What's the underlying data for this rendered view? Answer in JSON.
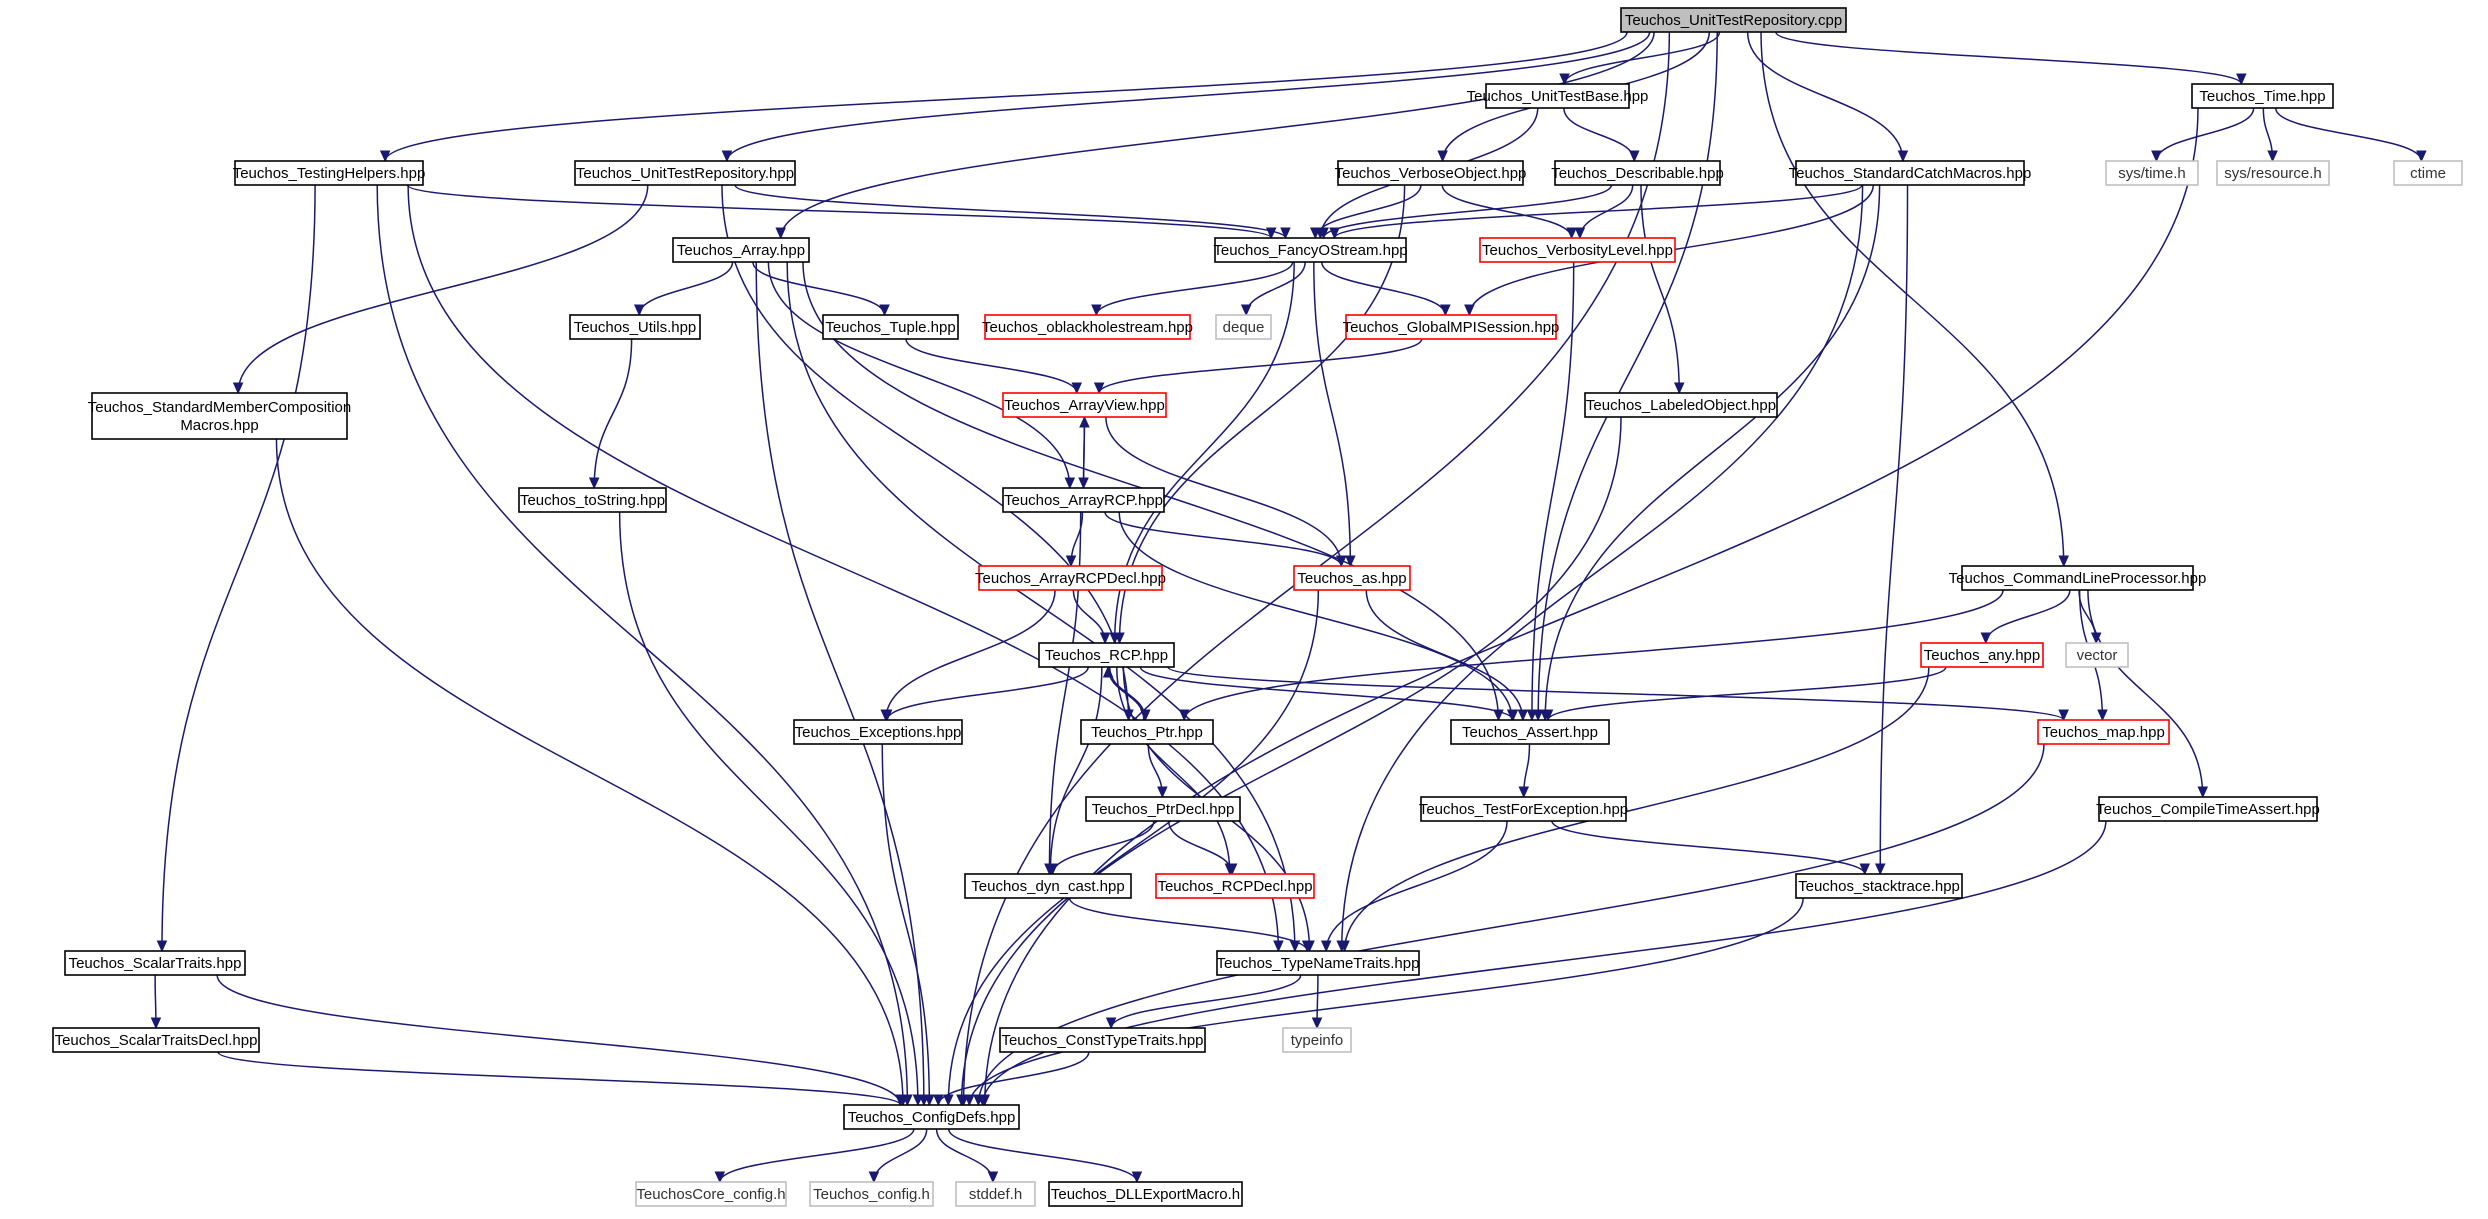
{
  "nodes": {
    "root": {
      "lines": [
        "Teuchos_UnitTestRepository.cpp"
      ],
      "style": "root"
    },
    "unitTestBase": {
      "lines": [
        "Teuchos_UnitTestBase.hpp"
      ]
    },
    "time": {
      "lines": [
        "Teuchos_Time.hpp"
      ]
    },
    "testingHelpers": {
      "lines": [
        "Teuchos_TestingHelpers.hpp"
      ]
    },
    "unitTestRepoHpp": {
      "lines": [
        "Teuchos_UnitTestRepository.hpp"
      ]
    },
    "verboseObject": {
      "lines": [
        "Teuchos_VerboseObject.hpp"
      ]
    },
    "describable": {
      "lines": [
        "Teuchos_Describable.hpp"
      ]
    },
    "standardCatchMacros": {
      "lines": [
        "Teuchos_StandardCatchMacros.hpp"
      ]
    },
    "sysTime": {
      "lines": [
        "sys/time.h"
      ],
      "style": "sys"
    },
    "sysResource": {
      "lines": [
        "sys/resource.h"
      ],
      "style": "sys"
    },
    "ctime": {
      "lines": [
        "ctime"
      ],
      "style": "sys"
    },
    "array": {
      "lines": [
        "Teuchos_Array.hpp"
      ]
    },
    "fancyOStream": {
      "lines": [
        "Teuchos_FancyOStream.hpp"
      ]
    },
    "verbosityLevel": {
      "lines": [
        "Teuchos_VerbosityLevel.hpp"
      ],
      "style": "red"
    },
    "utils": {
      "lines": [
        "Teuchos_Utils.hpp"
      ]
    },
    "tuple": {
      "lines": [
        "Teuchos_Tuple.hpp"
      ]
    },
    "oblackholestream": {
      "lines": [
        "Teuchos_oblackholestream.hpp"
      ],
      "style": "red"
    },
    "deque": {
      "lines": [
        "deque"
      ],
      "style": "sys"
    },
    "globalMPISession": {
      "lines": [
        "Teuchos_GlobalMPISession.hpp"
      ],
      "style": "red"
    },
    "standardMemberComposition": {
      "lines": [
        "Teuchos_StandardMemberComposition",
        "Macros.hpp"
      ]
    },
    "arrayView": {
      "lines": [
        "Teuchos_ArrayView.hpp"
      ],
      "style": "red"
    },
    "labeledObject": {
      "lines": [
        "Teuchos_LabeledObject.hpp"
      ]
    },
    "toString": {
      "lines": [
        "Teuchos_toString.hpp"
      ]
    },
    "arrayRCP": {
      "lines": [
        "Teuchos_ArrayRCP.hpp"
      ]
    },
    "arrayRCPDecl": {
      "lines": [
        "Teuchos_ArrayRCPDecl.hpp"
      ],
      "style": "red"
    },
    "as": {
      "lines": [
        "Teuchos_as.hpp"
      ],
      "style": "red"
    },
    "commandLineProcessor": {
      "lines": [
        "Teuchos_CommandLineProcessor.hpp"
      ]
    },
    "rcp": {
      "lines": [
        "Teuchos_RCP.hpp"
      ]
    },
    "any": {
      "lines": [
        "Teuchos_any.hpp"
      ],
      "style": "red"
    },
    "vector": {
      "lines": [
        "vector"
      ],
      "style": "sys"
    },
    "exceptions": {
      "lines": [
        "Teuchos_Exceptions.hpp"
      ]
    },
    "ptr": {
      "lines": [
        "Teuchos_Ptr.hpp"
      ]
    },
    "assert": {
      "lines": [
        "Teuchos_Assert.hpp"
      ]
    },
    "map": {
      "lines": [
        "Teuchos_map.hpp"
      ],
      "style": "red"
    },
    "ptrDecl": {
      "lines": [
        "Teuchos_PtrDecl.hpp"
      ]
    },
    "testForException": {
      "lines": [
        "Teuchos_TestForException.hpp"
      ]
    },
    "compileTimeAssert": {
      "lines": [
        "Teuchos_CompileTimeAssert.hpp"
      ]
    },
    "dynCast": {
      "lines": [
        "Teuchos_dyn_cast.hpp"
      ]
    },
    "rcpDecl": {
      "lines": [
        "Teuchos_RCPDecl.hpp"
      ],
      "style": "red"
    },
    "stacktrace": {
      "lines": [
        "Teuchos_stacktrace.hpp"
      ]
    },
    "scalarTraits": {
      "lines": [
        "Teuchos_ScalarTraits.hpp"
      ]
    },
    "typeNameTraits": {
      "lines": [
        "Teuchos_TypeNameTraits.hpp"
      ]
    },
    "scalarTraitsDecl": {
      "lines": [
        "Teuchos_ScalarTraitsDecl.hpp"
      ]
    },
    "constTypeTraits": {
      "lines": [
        "Teuchos_ConstTypeTraits.hpp"
      ]
    },
    "typeinfo": {
      "lines": [
        "typeinfo"
      ],
      "style": "sys"
    },
    "configDefs": {
      "lines": [
        "Teuchos_ConfigDefs.hpp"
      ]
    },
    "teuchosCoreConfig": {
      "lines": [
        "TeuchosCore_config.h"
      ],
      "style": "sys"
    },
    "teuchosConfig": {
      "lines": [
        "Teuchos_config.h"
      ],
      "style": "sys"
    },
    "stddef": {
      "lines": [
        "stddef.h"
      ],
      "style": "sys"
    },
    "dllExportMacro": {
      "lines": [
        "Teuchos_DLLExportMacro.h"
      ]
    }
  },
  "edges": [
    [
      "root",
      "unitTestBase"
    ],
    [
      "root",
      "time"
    ],
    [
      "root",
      "testingHelpers"
    ],
    [
      "root",
      "unitTestRepoHpp"
    ],
    [
      "root",
      "verboseObject"
    ],
    [
      "root",
      "standardCatchMacros"
    ],
    [
      "root",
      "array"
    ],
    [
      "root",
      "assert"
    ],
    [
      "root",
      "commandLineProcessor"
    ],
    [
      "root",
      "configDefs"
    ],
    [
      "unitTestBase",
      "describable"
    ],
    [
      "unitTestBase",
      "fancyOStream"
    ],
    [
      "time",
      "sysTime"
    ],
    [
      "time",
      "sysResource"
    ],
    [
      "time",
      "ctime"
    ],
    [
      "time",
      "configDefs"
    ],
    [
      "testingHelpers",
      "fancyOStream"
    ],
    [
      "testingHelpers",
      "scalarTraits"
    ],
    [
      "testingHelpers",
      "typeNameTraits"
    ],
    [
      "testingHelpers",
      "configDefs"
    ],
    [
      "unitTestRepoHpp",
      "fancyOStream"
    ],
    [
      "unitTestRepoHpp",
      "standardMemberComposition"
    ],
    [
      "unitTestRepoHpp",
      "ptr"
    ],
    [
      "verboseObject",
      "fancyOStream"
    ],
    [
      "verboseObject",
      "verbosityLevel"
    ],
    [
      "verboseObject",
      "rcp"
    ],
    [
      "describable",
      "fancyOStream"
    ],
    [
      "describable",
      "verbosityLevel"
    ],
    [
      "describable",
      "labeledObject"
    ],
    [
      "standardCatchMacros",
      "fancyOStream"
    ],
    [
      "standardCatchMacros",
      "globalMPISession"
    ],
    [
      "standardCatchMacros",
      "assert"
    ],
    [
      "standardCatchMacros",
      "typeNameTraits"
    ],
    [
      "standardCatchMacros",
      "stacktrace"
    ],
    [
      "array",
      "utils"
    ],
    [
      "array",
      "tuple"
    ],
    [
      "array",
      "arrayRCP"
    ],
    [
      "array",
      "assert"
    ],
    [
      "array",
      "typeNameTraits"
    ],
    [
      "array",
      "configDefs"
    ],
    [
      "fancyOStream",
      "oblackholestream"
    ],
    [
      "fancyOStream",
      "deque"
    ],
    [
      "fancyOStream",
      "globalMPISession"
    ],
    [
      "fancyOStream",
      "as"
    ],
    [
      "fancyOStream",
      "rcp"
    ],
    [
      "verbosityLevel",
      "assert"
    ],
    [
      "utils",
      "toString"
    ],
    [
      "tuple",
      "arrayView"
    ],
    [
      "globalMPISession",
      "arrayView"
    ],
    [
      "standardMemberComposition",
      "configDefs"
    ],
    [
      "arrayView",
      "arrayRCP"
    ],
    [
      "arrayView",
      "as"
    ],
    [
      "labeledObject",
      "configDefs"
    ],
    [
      "toString",
      "configDefs"
    ],
    [
      "arrayRCP",
      "arrayView"
    ],
    [
      "arrayRCP",
      "arrayRCPDecl"
    ],
    [
      "arrayRCP",
      "as"
    ],
    [
      "arrayRCP",
      "assert"
    ],
    [
      "arrayRCP",
      "dynCast"
    ],
    [
      "arrayRCPDecl",
      "rcp"
    ],
    [
      "arrayRCPDecl",
      "exceptions"
    ],
    [
      "as",
      "assert"
    ],
    [
      "as",
      "configDefs"
    ],
    [
      "commandLineProcessor",
      "any"
    ],
    [
      "commandLineProcessor",
      "vector"
    ],
    [
      "commandLineProcessor",
      "map"
    ],
    [
      "commandLineProcessor",
      "compileTimeAssert"
    ],
    [
      "commandLineProcessor",
      "ptr"
    ],
    [
      "rcp",
      "exceptions"
    ],
    [
      "rcp",
      "ptr"
    ],
    [
      "rcp",
      "assert"
    ],
    [
      "rcp",
      "dynCast"
    ],
    [
      "rcp",
      "rcpDecl"
    ],
    [
      "rcp",
      "typeNameTraits"
    ],
    [
      "rcp",
      "map"
    ],
    [
      "any",
      "assert"
    ],
    [
      "any",
      "typeNameTraits"
    ],
    [
      "exceptions",
      "configDefs"
    ],
    [
      "ptr",
      "rcp"
    ],
    [
      "ptr",
      "ptrDecl"
    ],
    [
      "assert",
      "testForException"
    ],
    [
      "map",
      "configDefs"
    ],
    [
      "ptrDecl",
      "dynCast"
    ],
    [
      "ptrDecl",
      "rcpDecl"
    ],
    [
      "testForException",
      "typeNameTraits"
    ],
    [
      "testForException",
      "stacktrace"
    ],
    [
      "compileTimeAssert",
      "configDefs"
    ],
    [
      "dynCast",
      "typeNameTraits"
    ],
    [
      "stacktrace",
      "configDefs"
    ],
    [
      "scalarTraits",
      "scalarTraitsDecl"
    ],
    [
      "scalarTraits",
      "configDefs"
    ],
    [
      "typeNameTraits",
      "constTypeTraits"
    ],
    [
      "typeNameTraits",
      "typeinfo"
    ],
    [
      "scalarTraitsDecl",
      "configDefs"
    ],
    [
      "constTypeTraits",
      "configDefs"
    ],
    [
      "configDefs",
      "teuchosCoreConfig"
    ],
    [
      "configDefs",
      "teuchosConfig"
    ],
    [
      "configDefs",
      "stddef"
    ],
    [
      "configDefs",
      "dllExportMacro"
    ]
  ]
}
